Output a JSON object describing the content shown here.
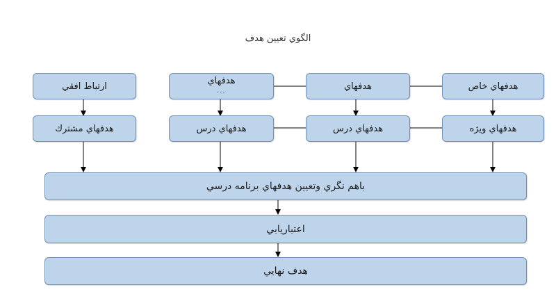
{
  "title": "الگوي تعيين هدف",
  "boxes": {
    "horizontal_link": "ارتباط افقي",
    "shared_goals": "هدفهاي مشترك",
    "goals_left": "هدفهاي",
    "goals_left_sub": "...",
    "course_goals_left": "هدفهاي درس",
    "goals_mid": "هدفهاي",
    "course_goals_mid": "هدفهاي درس",
    "specific_goals": "هدفهاي خاص",
    "special_goals": "هدفهاي ويژه",
    "coordinate": "باهم نگري وتعيين هدفهاي برنامه درسي",
    "validation": "اعتباريابي",
    "final_goal": "هدف نهايي"
  },
  "colors": {
    "box_fill": "#bdd4ea",
    "box_border": "#6f8fb3",
    "line": "#000000"
  }
}
